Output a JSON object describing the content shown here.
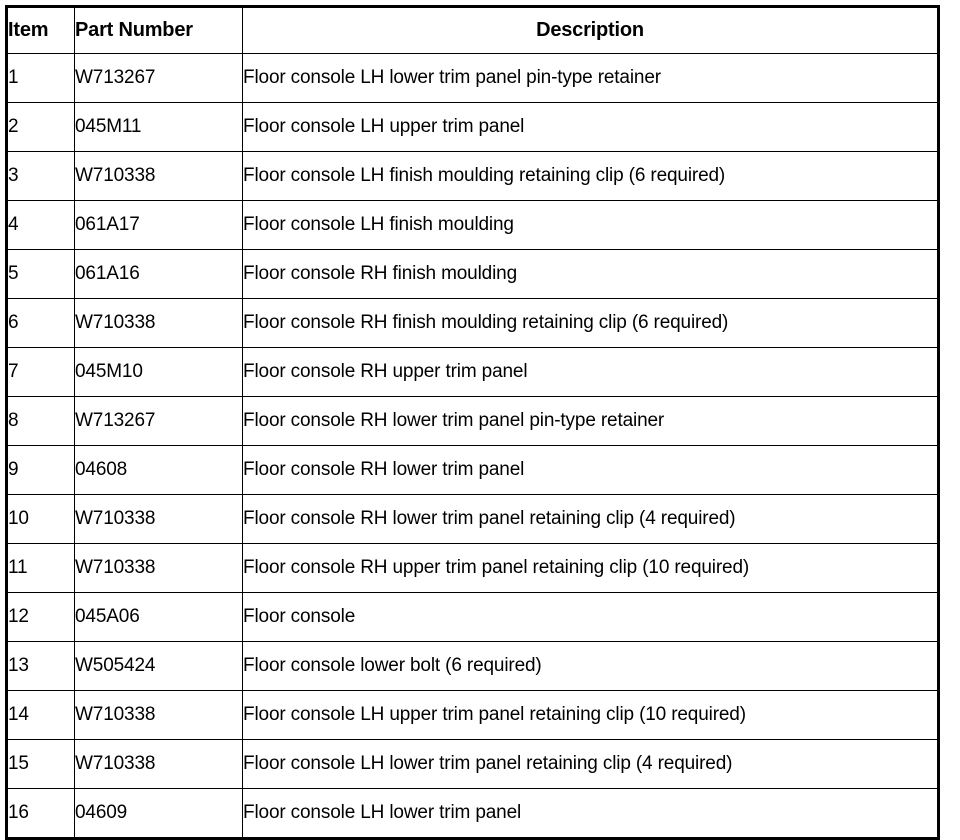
{
  "table": {
    "columns": [
      {
        "key": "item",
        "label": "Item"
      },
      {
        "key": "part_number",
        "label": "Part Number"
      },
      {
        "key": "description",
        "label": "Description"
      }
    ],
    "rows": [
      {
        "item": "1",
        "part_number": "W713267",
        "description": "Floor console LH lower trim panel pin-type retainer"
      },
      {
        "item": "2",
        "part_number": "045M11",
        "description": "Floor console LH upper trim panel"
      },
      {
        "item": "3",
        "part_number": "W710338",
        "description": "Floor console LH finish moulding retaining clip (6 required)"
      },
      {
        "item": "4",
        "part_number": "061A17",
        "description": "Floor console LH finish moulding"
      },
      {
        "item": "5",
        "part_number": "061A16",
        "description": "Floor console RH finish moulding"
      },
      {
        "item": "6",
        "part_number": "W710338",
        "description": "Floor console RH finish moulding retaining clip (6 required)"
      },
      {
        "item": "7",
        "part_number": "045M10",
        "description": "Floor console RH upper trim panel"
      },
      {
        "item": "8",
        "part_number": "W713267",
        "description": "Floor console RH lower trim panel pin-type retainer"
      },
      {
        "item": "9",
        "part_number": "04608",
        "description": "Floor console RH lower trim panel"
      },
      {
        "item": "10",
        "part_number": "W710338",
        "description": "Floor console RH lower trim panel retaining clip (4 required)"
      },
      {
        "item": "11",
        "part_number": "W710338",
        "description": "Floor console RH upper trim panel retaining clip (10 required)"
      },
      {
        "item": "12",
        "part_number": "045A06",
        "description": "Floor console"
      },
      {
        "item": "13",
        "part_number": "W505424",
        "description": "Floor console lower bolt (6 required)"
      },
      {
        "item": "14",
        "part_number": "W710338",
        "description": "Floor console LH upper trim panel retaining clip (10 required)"
      },
      {
        "item": "15",
        "part_number": "W710338",
        "description": "Floor console LH lower trim panel retaining clip (4 required)"
      },
      {
        "item": "16",
        "part_number": "04609",
        "description": "Floor console LH lower trim panel"
      }
    ]
  },
  "colors": {
    "border": "#000000",
    "text": "#000000",
    "background": "#ffffff"
  }
}
